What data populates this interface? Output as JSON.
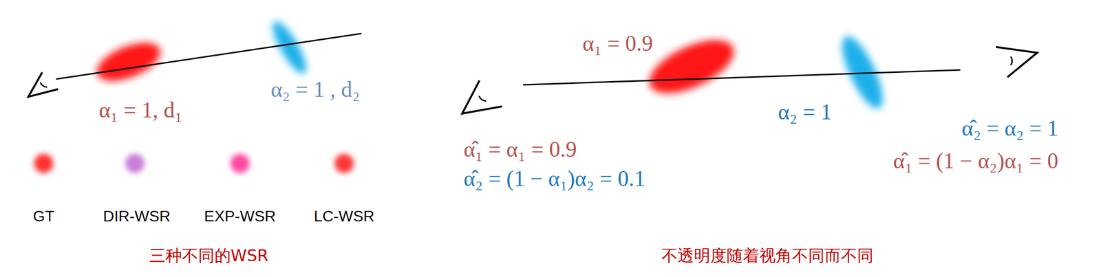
{
  "diagram": {
    "labels": [
      "α₁ = 1, d₁",
      "α₂ = 1 , d₂",
      "GT",
      "DIR-WSR",
      "EXP-WSR",
      "LC-WSR",
      "三种不同的WSR",
      "α₁ = 0.9",
      "α₂ = 1",
      "α̂₁ = α₁ = 0.9",
      "α̂₂ = (1 − α₁)α₂ = 0.1",
      "α̂₂ = α₂ = 1",
      "α̂₁ = (1 − α₂)α₁ = 0",
      "不透明度随着视角不同而不同"
    ]
  }
}
